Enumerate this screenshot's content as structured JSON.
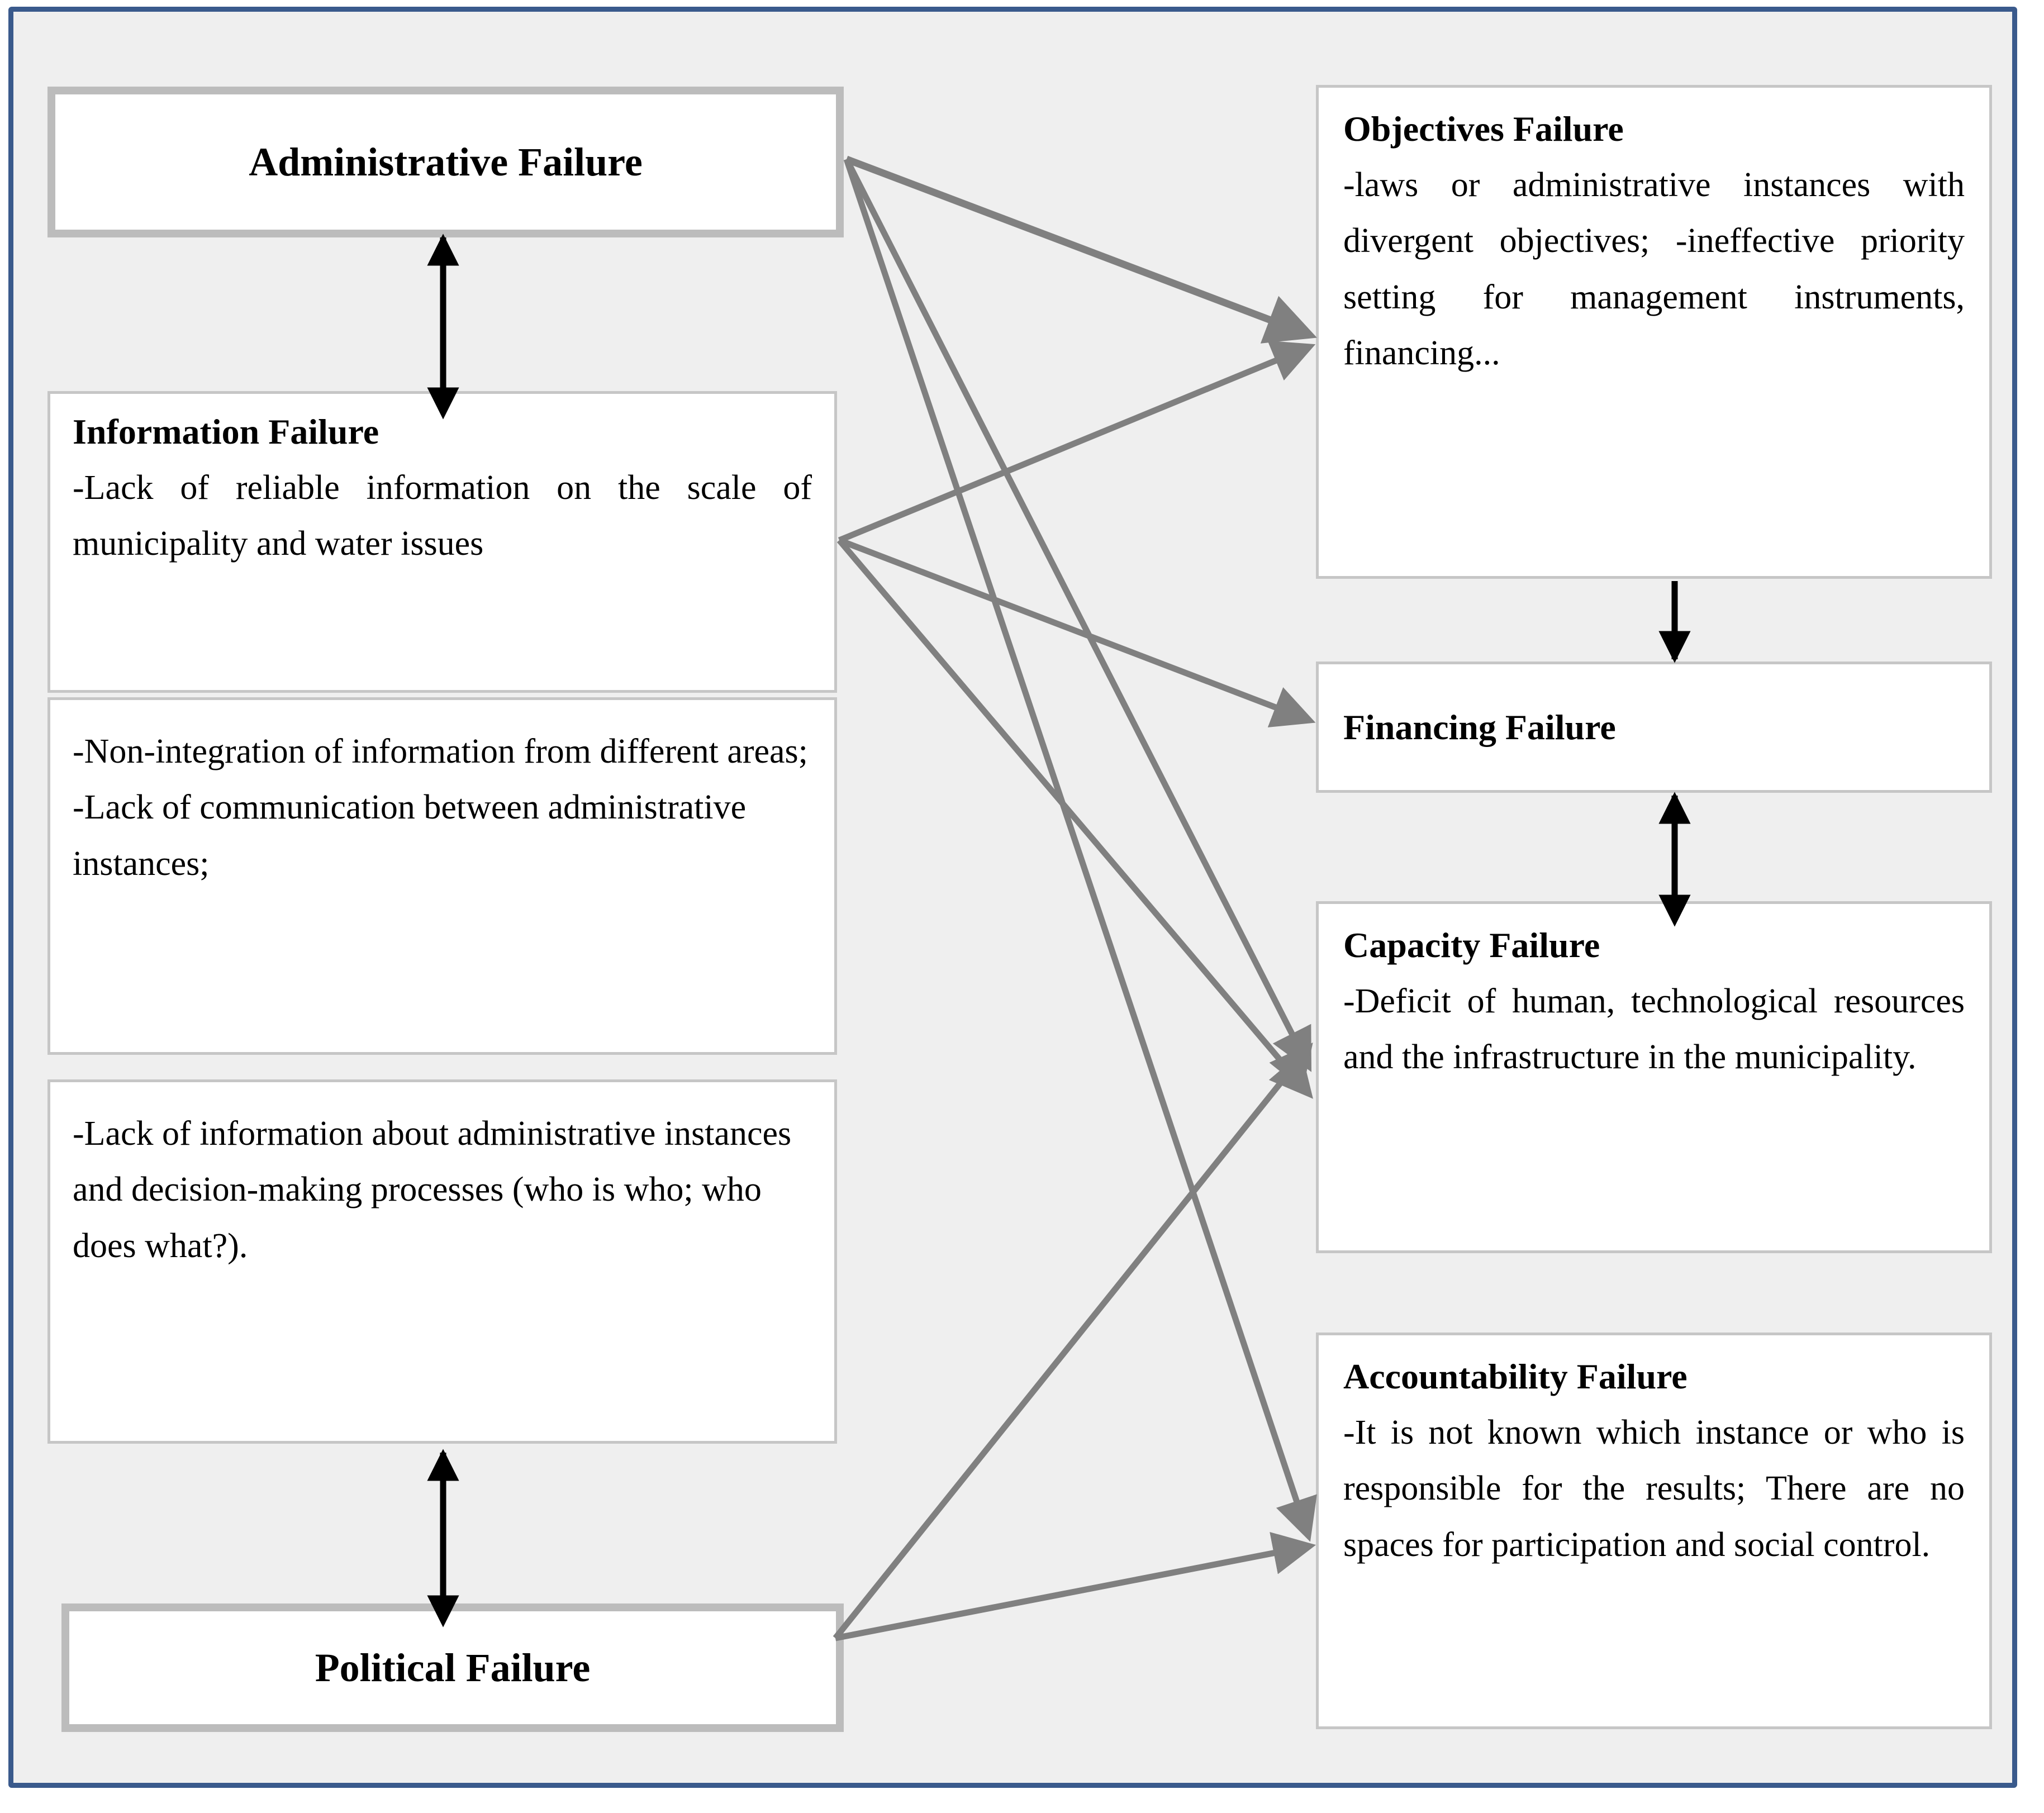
{
  "frame": {
    "border_color": "#3a5a8c",
    "background_color": "#efefef"
  },
  "colors": {
    "box_border_thin": "#c6c6c6",
    "box_border_thick": "#bcbcbc",
    "gray_arrow": "#808080",
    "black_arrow": "#000000",
    "text": "#000000"
  },
  "left_column": {
    "administrative": {
      "title": "Administrative Failure"
    },
    "information": {
      "title": "Information Failure",
      "body": "-Lack of reliable information on the scale of municipality and water issues"
    },
    "information_detail": {
      "line1": "-Non-integration of information from different areas;",
      "line2": "-Lack of communication between administrative instances;"
    },
    "information_detail2": {
      "line1": "-Lack of information about administrative instances and decision-making processes (who is who; who does what?)."
    },
    "political": {
      "title": "Political Failure"
    }
  },
  "right_column": {
    "objectives": {
      "title": "Objectives Failure",
      "body": "-laws or administrative instances with divergent objectives; -ineffective priority setting for management instruments, financing..."
    },
    "financing": {
      "title": "Financing Failure"
    },
    "capacity": {
      "title": "Capacity Failure",
      "body": "-Deficit of human, technological resources and the infrastructure in the municipality."
    },
    "accountability": {
      "title": "Accountability Failure",
      "body": "-It is not known which instance or who is responsible for the results; There are no spaces for participation and social control."
    }
  },
  "connections": [
    {
      "from": "administrative",
      "to": "objectives",
      "style": "gray-arrow"
    },
    {
      "from": "administrative",
      "to": "capacity",
      "style": "gray-arrow"
    },
    {
      "from": "administrative",
      "to": "accountability",
      "style": "gray-arrow"
    },
    {
      "from": "information",
      "to": "objectives",
      "style": "gray-arrow"
    },
    {
      "from": "information",
      "to": "financing",
      "style": "gray-arrow"
    },
    {
      "from": "information",
      "to": "capacity",
      "style": "gray-arrow"
    },
    {
      "from": "political",
      "to": "capacity",
      "style": "gray-arrow"
    },
    {
      "from": "political",
      "to": "accountability",
      "style": "gray-arrow"
    },
    {
      "from": "administrative",
      "to": "information",
      "style": "black-double-arrow"
    },
    {
      "from": "information_detail2",
      "to": "political",
      "style": "black-double-arrow"
    },
    {
      "from": "objectives",
      "to": "financing",
      "style": "black-arrow-down"
    },
    {
      "from": "financing",
      "to": "capacity",
      "style": "black-double-arrow"
    }
  ]
}
